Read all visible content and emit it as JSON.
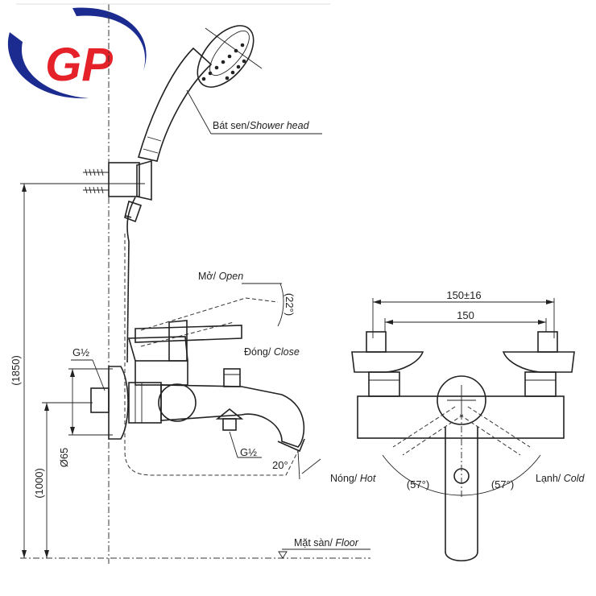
{
  "logo": {
    "text": "GP",
    "colors": {
      "letters": "#e5222a",
      "swoosh": "#1c2b8f"
    }
  },
  "labels": {
    "shower_head": {
      "vi": "Bát sen/",
      "en": "Shower head"
    },
    "open": {
      "vi": "Mở/",
      "en": "Open"
    },
    "close": {
      "vi": "Đóng/",
      "en": "Close"
    },
    "hot": {
      "vi": "Nóng/",
      "en": "Hot"
    },
    "cold": {
      "vi": "Lạnh/",
      "en": "Cold"
    },
    "floor": {
      "vi": "Mặt sàn/",
      "en": "Floor"
    }
  },
  "dimensions": {
    "height_total": "(1850)",
    "height_valve": "(1000)",
    "diameter": "Ø65",
    "thread_inlet": "G½",
    "thread_outlet": "G½",
    "lever_angle": "(22°)",
    "spout_angle": "20°",
    "hot_angle": "(57°)",
    "cold_angle": "(57°)",
    "span_tolerance": "150±16",
    "span": "150"
  }
}
